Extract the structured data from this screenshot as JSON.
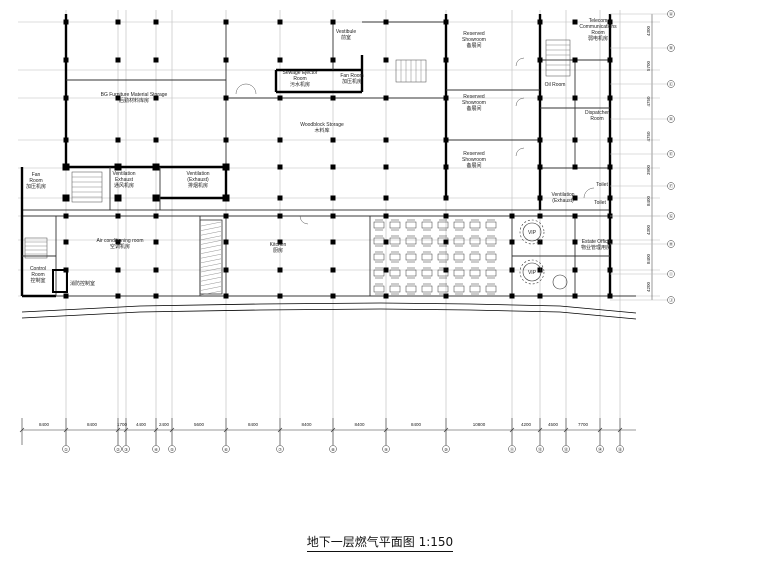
{
  "drawing_title": "地下一层燃气平面图 1:150",
  "rooms": {
    "vestibule_top": [
      "Vestibule",
      "前室"
    ],
    "fan_room_top": [
      "Fan Room",
      "加压机房"
    ],
    "sewage_ejector": [
      "Sewage Ejector",
      "Room",
      "污水机房"
    ],
    "reserved_showroom_1": [
      "Reserved",
      "Showroom",
      "备展间"
    ],
    "reserved_showroom_2": [
      "Reserved",
      "Showroom",
      "备展间"
    ],
    "reserved_showroom_3": [
      "Reserved",
      "Showroom",
      "备展间"
    ],
    "telecom": [
      "Telecom",
      "Communications",
      "Room",
      "弱电机房"
    ],
    "bg_material_storage": [
      "BG Furniture Material Storage",
      "后勤材料库房"
    ],
    "woodblock_storage": [
      "Woodblock Storage",
      "木料库"
    ],
    "fan_room_left": [
      "Fan",
      "Room",
      "加压机房"
    ],
    "ventilation_exhaust": [
      "Ventilation",
      "Exhaust",
      "通风机房"
    ],
    "ventilation_exhaust_2": [
      "Ventilation",
      "(Exhaust)",
      "排烟机房"
    ],
    "ac_room": [
      "Air conditioning room",
      "空调机房"
    ],
    "control_room": [
      "Control",
      "Room",
      "控制室"
    ],
    "kitchen": [
      "Kitchen",
      "厨房"
    ],
    "estate_office": [
      "Estate Office",
      "物业管理用房"
    ],
    "toilet_1": [
      "Toilet"
    ],
    "toilet_2": [
      "Toilet"
    ],
    "vip_1": "VIP",
    "vip_2": "VIP",
    "boxed_label": "消防控制室",
    "small_rooms": [
      "Oil Room",
      "Dispatcher",
      "Room",
      "Ventilation",
      "(Exhaust)"
    ]
  },
  "dimension_values": [
    "8400",
    "8400",
    "1700",
    "4400",
    "2400",
    "5600",
    "8400",
    "8400",
    "8400",
    "8400",
    "10800",
    "4200",
    "4500",
    "7700"
  ],
  "right_dimensions": [
    "4300",
    "5700",
    "4750",
    "4750",
    "3900",
    "8400",
    "4300",
    "8400",
    "4200"
  ],
  "axis_labels": [
    "①",
    "②",
    "③",
    "④",
    "⑤",
    "⑥",
    "⑦",
    "⑧",
    "⑨",
    "⑩",
    "⑪",
    "⑫",
    "⑬",
    "⑭",
    "⑮"
  ],
  "right_axis_labels": [
    "Ⓐ",
    "Ⓑ",
    "Ⓒ",
    "Ⓓ",
    "Ⓔ",
    "Ⓕ",
    "Ⓖ",
    "Ⓗ",
    "Ⓘ",
    "Ⓙ"
  ]
}
